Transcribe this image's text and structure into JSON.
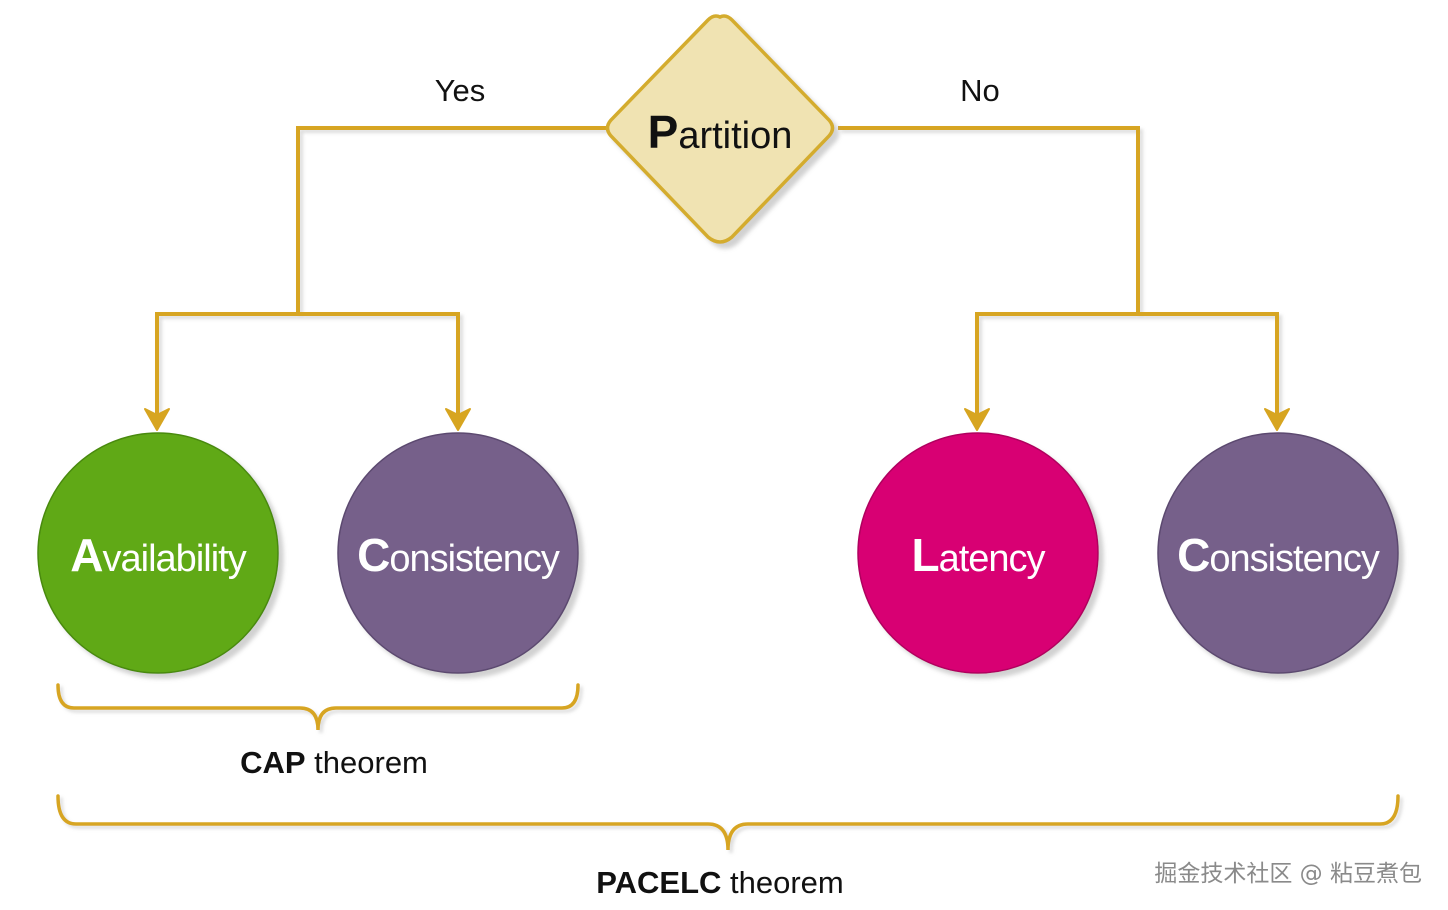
{
  "colors": {
    "connector": "#d7a520",
    "decision_fill": "#f0e3b2",
    "decision_stroke": "#d4ac2e",
    "availability": "#60a917",
    "consistency": "#76608a",
    "latency": "#d80073",
    "shadow": "#c9c9c9"
  },
  "decision": {
    "initial": "P",
    "rest": "artition",
    "icon": "diamond-shape"
  },
  "edges": {
    "yes_label": "Yes",
    "no_label": "No"
  },
  "nodes": {
    "availability": {
      "initial": "A",
      "rest": "vailability"
    },
    "consistency_left": {
      "initial": "C",
      "rest": "onsistency"
    },
    "latency": {
      "initial": "L",
      "rest": "atency"
    },
    "consistency_right": {
      "initial": "C",
      "rest": "onsistency"
    }
  },
  "groups": {
    "cap": {
      "bold": "CAP",
      "rest": " theorem"
    },
    "pacelc": {
      "bold": "PACELC",
      "rest": " theorem"
    }
  },
  "watermark": "掘金技术社区 @ 粘豆煮包"
}
